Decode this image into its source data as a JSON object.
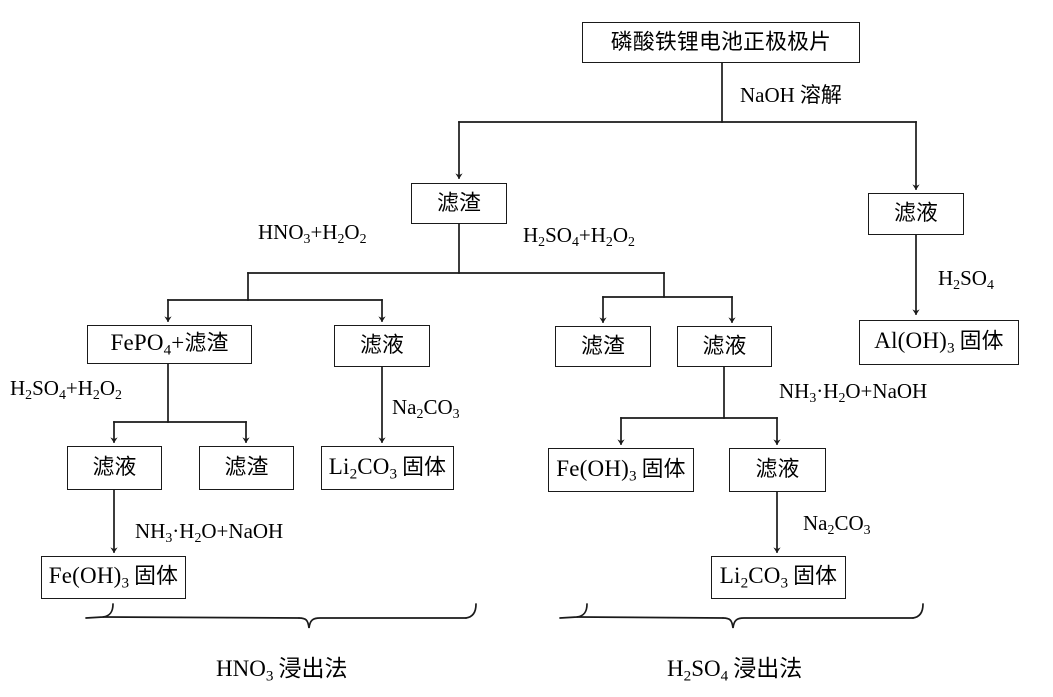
{
  "diagram": {
    "title_text": "磷酸铁锂电池正极极片",
    "nodes": {
      "root": "磷酸铁锂电池正极极片",
      "residue_main": "滤渣",
      "filtrate_right_top": "滤液",
      "al_oh3_solid": "Al(OH)3 固体",
      "fepo4_residue": "FePO4+滤渣",
      "filtrate_hno3_mid": "滤液",
      "filtrate_hno3_left": "滤液",
      "residue_hno3_left": "滤渣",
      "li2co3_solid_left": "Li2CO3 固体",
      "fe_oh3_solid_left": "Fe(OH)3 固体",
      "residue_h2so4": "滤渣",
      "filtrate_h2so4": "滤液",
      "fe_oh3_solid_right": "Fe(OH)3 固体",
      "filtrate_h2so4_lower": "滤液",
      "li2co3_solid_right": "Li2CO3 固体"
    },
    "edge_labels": {
      "naoh_dissolve": "NaOH 溶解",
      "hno3_h2o2": "HNO3+H2O2",
      "h2so4_h2o2_top": "H2SO4+H2O2",
      "h2so4_right": "H2SO4",
      "h2so4_h2o2_left": "H2SO4+H2O2",
      "na2co3_left": "Na2CO3",
      "nh3h2o_naoh_left": "NH3·H2O+NaOH",
      "nh3h2o_naoh_right": "NH3·H2O+NaOH",
      "na2co3_right": "Na2CO3"
    },
    "footers": {
      "left": "HNO3 浸出法",
      "right": "H2SO4 浸出法"
    },
    "colors": {
      "line": "#1a1a1a",
      "text": "#000000",
      "background": "#ffffff"
    }
  }
}
